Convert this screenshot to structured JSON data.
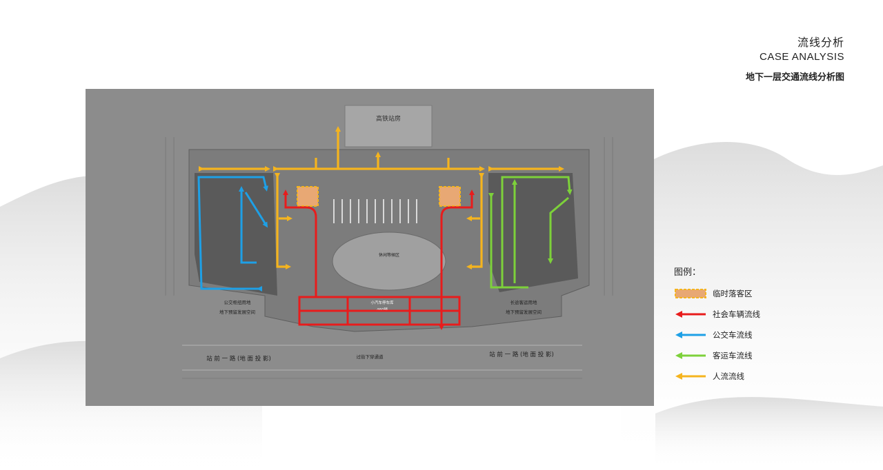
{
  "header": {
    "title_cn": "流线分析",
    "title_en": "CASE ANALYSIS",
    "subtitle": "地下一层交通流线分析图"
  },
  "plan": {
    "station_building": "高铁站房",
    "bus_label": "公交枢纽用地",
    "bus_sub": "地下预留发展空间",
    "coach_label": "长途客运用地",
    "coach_sub": "地下预留发展空间",
    "parking_label": "小汽车停车库",
    "parking_count": "460辆",
    "rest_area": "休闲等候区",
    "underpass": "过街下穿通道",
    "road_left": "站 前 一 路 (地 面 投 影)",
    "road_right": "站 前 一 路 (地 面 投 影)"
  },
  "colors": {
    "social": "#e81c1c",
    "bus": "#1ea0e6",
    "coach": "#7dd13a",
    "pedestrian": "#f5b41e",
    "drop_fill": "#e8a874",
    "drop_border": "#f5b41e"
  },
  "legend": {
    "title": "图例：",
    "items": [
      {
        "label": "临时落客区",
        "kind": "drop-zone"
      },
      {
        "label": "社会车辆流线",
        "kind": "social-flow"
      },
      {
        "label": "公交车流线",
        "kind": "bus-flow"
      },
      {
        "label": "客运车流线",
        "kind": "coach-flow"
      },
      {
        "label": "人流流线",
        "kind": "pedestrian-flow"
      }
    ]
  }
}
